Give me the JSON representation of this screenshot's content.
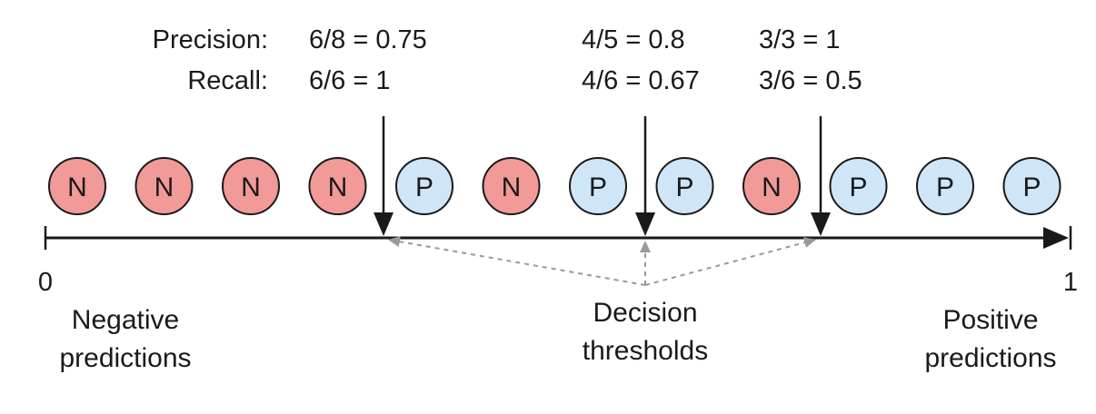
{
  "labels": {
    "precision": "Precision:",
    "recall": "Recall:"
  },
  "thresholds": [
    {
      "precision": "6/8 = 0.75",
      "recall": "6/6 = 1"
    },
    {
      "precision": "4/5 = 0.8",
      "recall": "4/6 = 0.67"
    },
    {
      "precision": "3/3 = 1",
      "recall": "3/6 = 0.5"
    }
  ],
  "predictions": [
    "N",
    "N",
    "N",
    "N",
    "P",
    "N",
    "P",
    "P",
    "N",
    "P",
    "P",
    "P"
  ],
  "axis": {
    "min_label": "0",
    "max_label": "1"
  },
  "captions": {
    "negative_line1": "Negative",
    "negative_line2": "predictions",
    "thresholds_line1": "Decision",
    "thresholds_line2": "thresholds",
    "positive_line1": "Positive",
    "positive_line2": "predictions"
  },
  "colors": {
    "negative_fill": "#f19a98",
    "positive_fill": "#cfe6f8",
    "outline": "#1a1a1a",
    "dashed_arrow": "#999999"
  }
}
